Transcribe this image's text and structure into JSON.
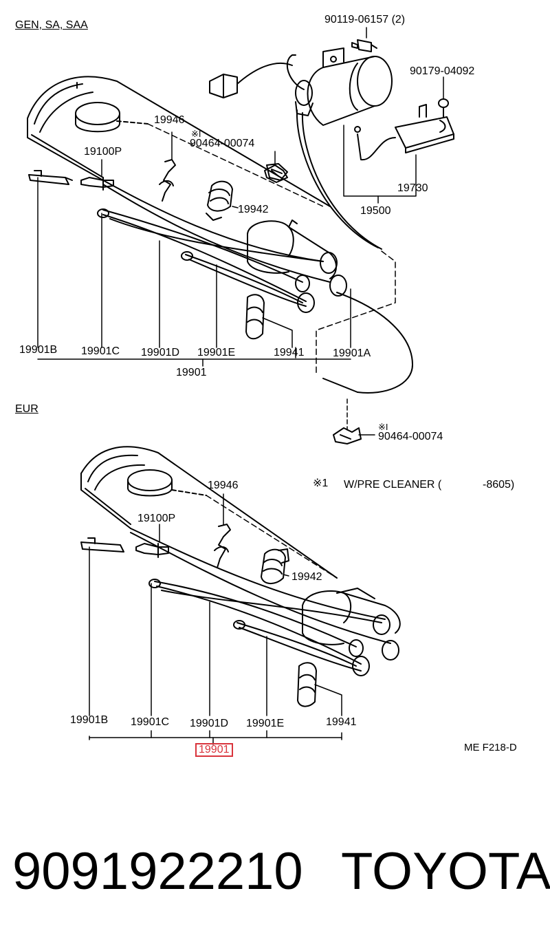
{
  "sections": {
    "top_title": "GEN, SA, SAA",
    "bottom_title": "EUR"
  },
  "labels": {
    "p90119": "90119-06157 (2)",
    "p90179": "90179-04092",
    "p19946_top": "19946",
    "note_mark_1": "※I",
    "p90464_a": "90464-00074",
    "p19100P_top": "19100P",
    "p19942_top": "19942",
    "p19730": "19730",
    "p19500": "19500",
    "p19901B_top": "19901B",
    "p19901C_top": "19901C",
    "p19901D_top": "19901D",
    "p19901E_top": "19901E",
    "p19941_top": "19941",
    "p19901A": "19901A",
    "p19901_top": "19901",
    "note_mark_2": "※I",
    "p90464_b": "90464-00074",
    "p19946_bot": "19946",
    "note_mark_3": "※1",
    "note_text": "W/PRE CLEANER (",
    "note_range": "-8605)",
    "p19100P_bot": "19100P",
    "p19942_bot": "19942",
    "p19901B_bot": "19901B",
    "p19901C_bot": "19901C",
    "p19901D_bot": "19901D",
    "p19901E_bot": "19901E",
    "p19941_bot": "19941",
    "p19901_bot": "19901",
    "figure_code": "ME F218-D"
  },
  "footer": {
    "part_number": "9091922210",
    "brand": "TOYOTA"
  },
  "colors": {
    "line": "#000000",
    "highlight": "#d9333b"
  }
}
